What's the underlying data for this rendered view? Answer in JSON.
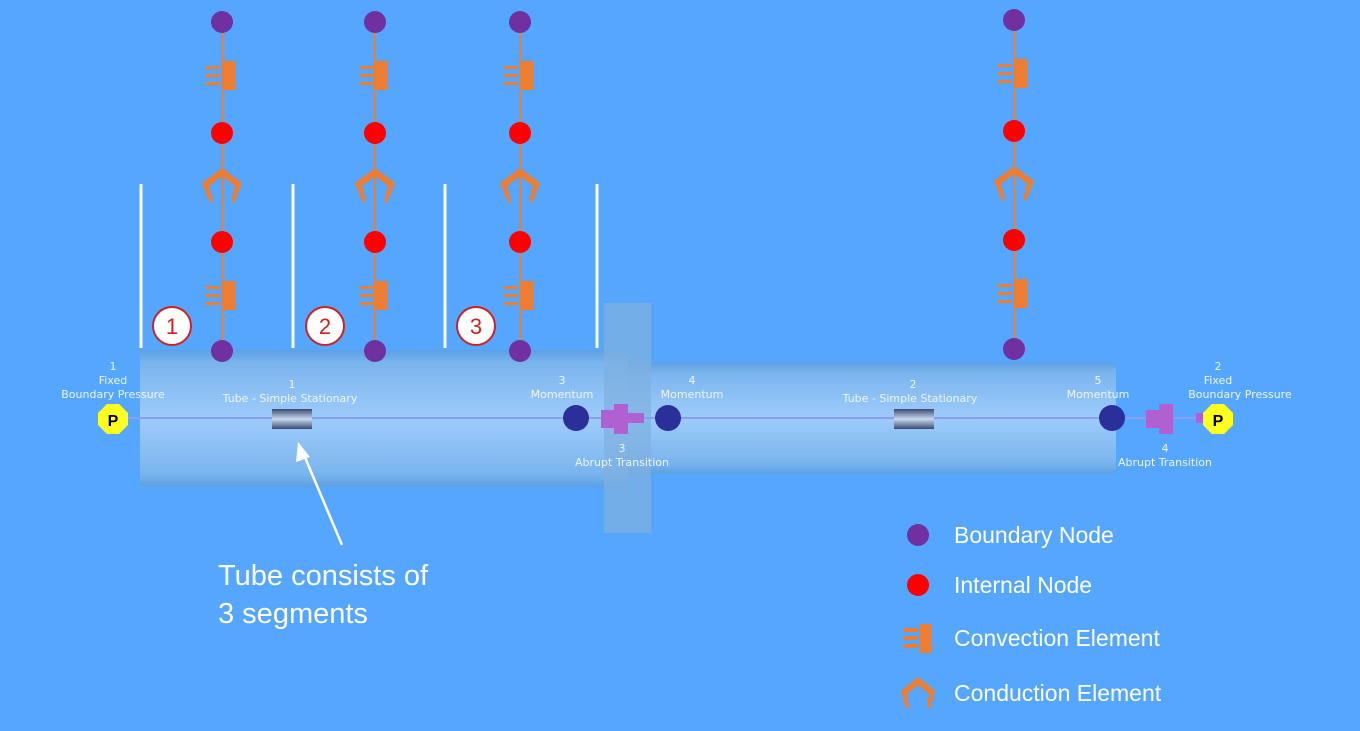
{
  "colors": {
    "background": "#55a6fe",
    "boundary_node": "#7030a0",
    "internal_node": "#ff0000",
    "element": "#ed7d31",
    "tube": "#8fc1f0"
  },
  "segments": [
    "1",
    "2",
    "3"
  ],
  "components": {
    "left_boundary": {
      "number": "1",
      "line1": "Fixed",
      "line2": "Boundary Pressure",
      "symbol": "P"
    },
    "right_boundary": {
      "number": "2",
      "line1": "Fixed",
      "line2": "Boundary Pressure",
      "symbol": "P"
    },
    "tube1": {
      "number": "1",
      "label": "Tube - Simple Stationary"
    },
    "tube2": {
      "number": "2",
      "label": "Tube - Simple Stationary"
    },
    "momentum3": {
      "number": "3",
      "label": "Momentum"
    },
    "transition3": {
      "number": "3",
      "label": "Abrupt Transition"
    },
    "momentum4": {
      "number": "4",
      "label": "Momentum"
    },
    "momentum5": {
      "number": "5",
      "label": "Momentum"
    },
    "transition4": {
      "number": "4",
      "label": "Abrupt Transition"
    }
  },
  "caption": {
    "line1": "Tube consists of",
    "line2": "3 segments"
  },
  "legend": [
    {
      "icon": "boundary-node-icon",
      "label": "Boundary Node"
    },
    {
      "icon": "internal-node-icon",
      "label": "Internal Node"
    },
    {
      "icon": "convection-element-icon",
      "label": "Convection Element"
    },
    {
      "icon": "conduction-element-icon",
      "label": "Conduction Element"
    }
  ]
}
